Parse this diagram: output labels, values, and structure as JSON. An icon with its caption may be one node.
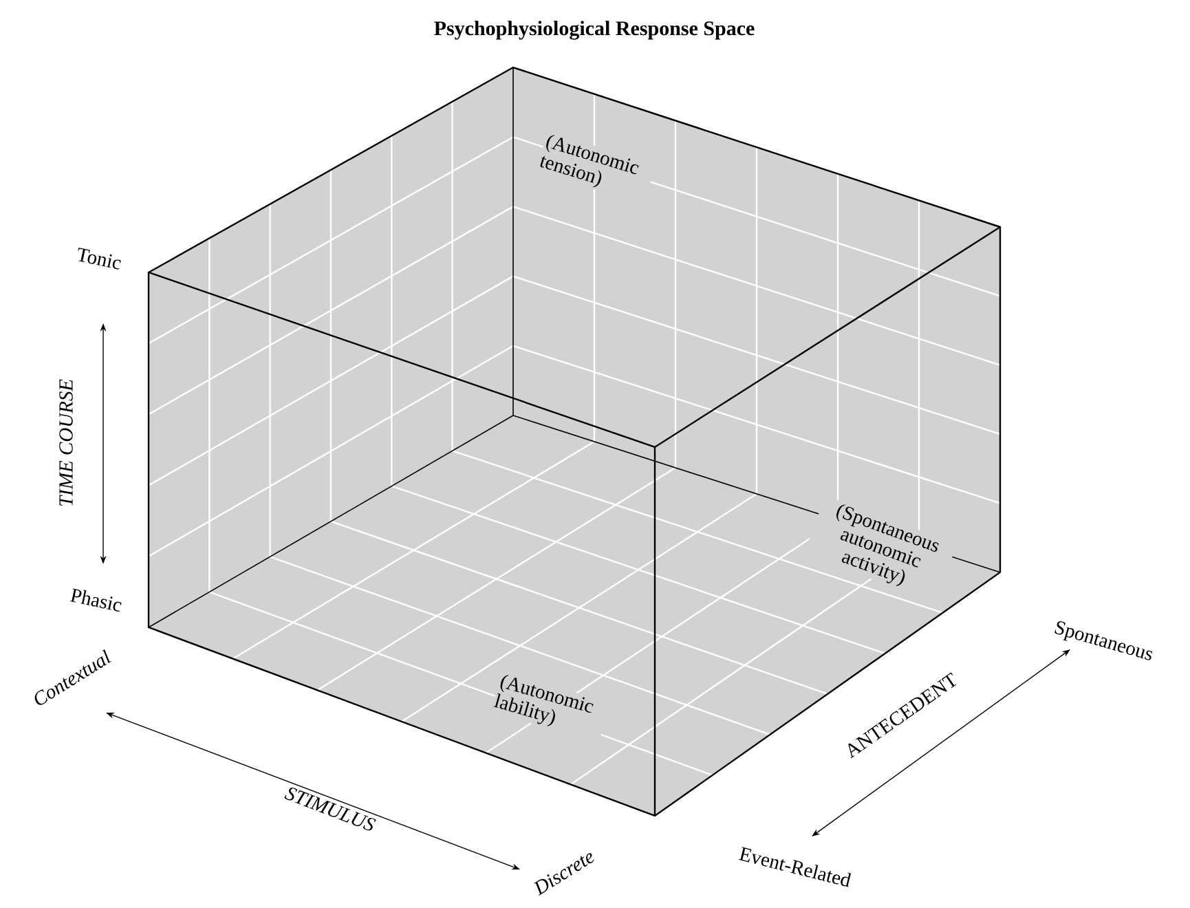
{
  "diagram": {
    "title": "Psychophysiological Response Space",
    "labels": [
      "Tonic",
      "TIME COURSE",
      "Phasic",
      "Contextual",
      "STIMULUS",
      "Discrete",
      "Event-Related",
      "ANTECEDENT",
      "Spontaneous",
      "(Autonomic tension)",
      "(Spontaneous autonomic activity)",
      "(Autonomic lability)"
    ]
  }
}
